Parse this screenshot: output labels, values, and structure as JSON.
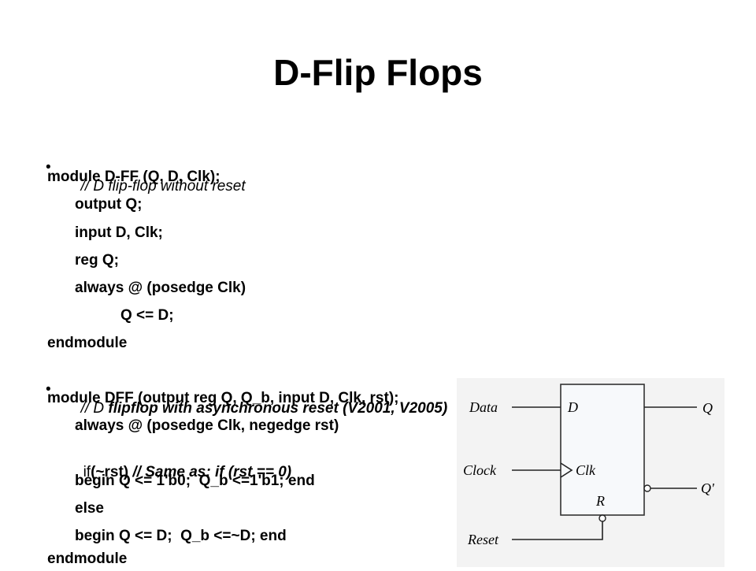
{
  "slide": {
    "title": "D-Flip Flops"
  },
  "code": {
    "bullet1": "// D flip-flop without reset",
    "l1": "module D-FF (Q, D, Clk);",
    "l2": "output Q;",
    "l3": "input D, Clk;",
    "l4": "reg Q;",
    "l5": "always @ (posedge Clk)",
    "l6": "Q <= D;",
    "l7": "endmodule",
    "bullet2_a": "// D ",
    "bullet2_b": "flipflop with asynchronous reset ",
    "bullet2_c": "(V2001, V2005)",
    "l8": "module DFF (output reg Q, Q_b, input D, Clk, rst);",
    "l9": "always @ (posedge Clk, negedge rst)",
    "l10_a": "if",
    "l10_b": "(~rst) ",
    "l10_c": "// Same as: if (rst == 0)",
    "l11": "begin Q <= 1'b0;  Q_b <=1'b1; end",
    "l12": "else",
    "l13": "begin Q <= D;  Q_b <=~D; end",
    "l14": "endmodule"
  },
  "figure": {
    "data": "Data",
    "clock": "Clock",
    "reset": "Reset",
    "d": "D",
    "clk": "Clk",
    "r": "R",
    "q": "Q",
    "qbar": "Q'"
  }
}
